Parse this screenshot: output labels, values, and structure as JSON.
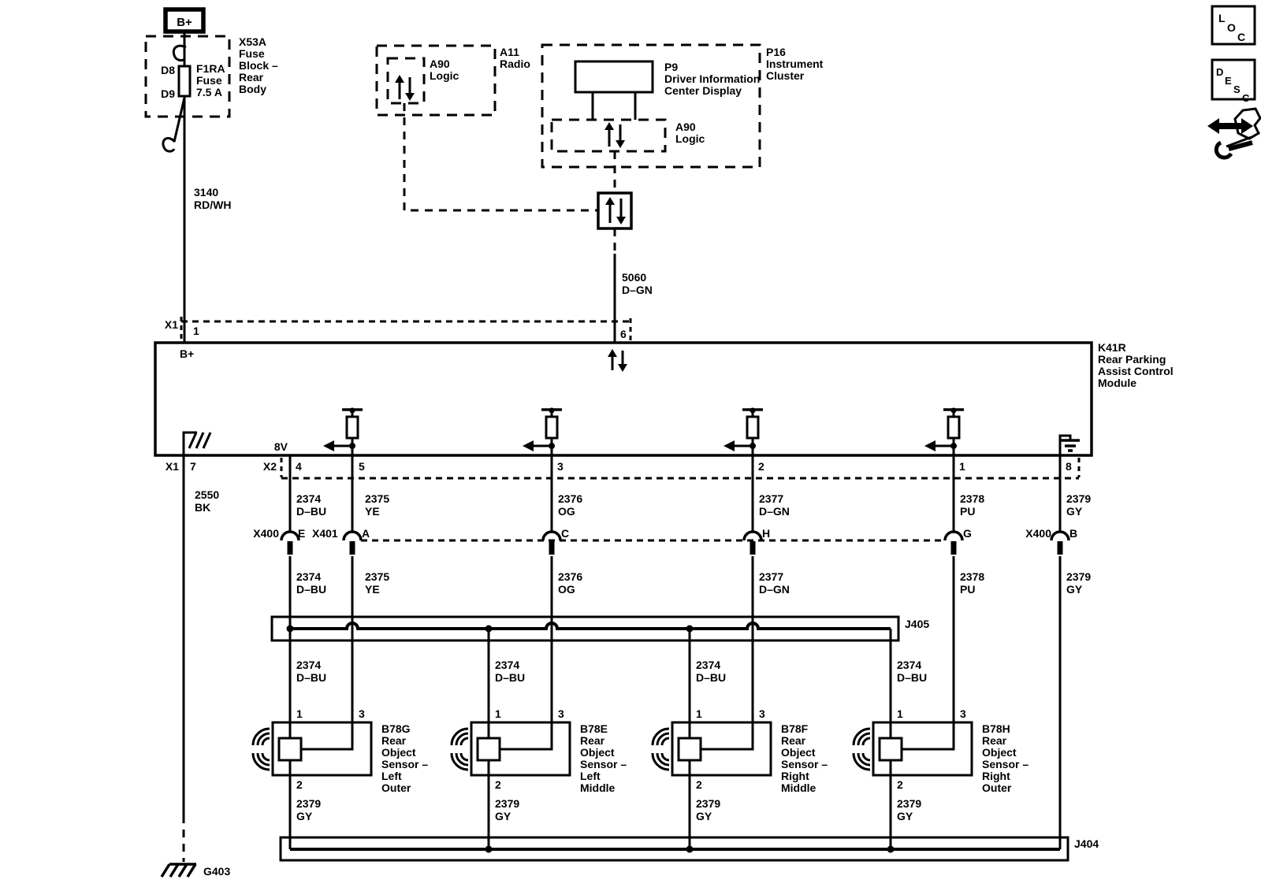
{
  "toolbar": {
    "loc_letters": [
      "L",
      "O",
      "C"
    ],
    "desc_letters": [
      "D",
      "E",
      "S",
      "C"
    ]
  },
  "power": {
    "battery_label": "B+",
    "fuse_block": {
      "designator": "X53A",
      "name_lines": [
        "Fuse",
        "Block –",
        "Rear",
        "Body"
      ],
      "terminal_top": "D8",
      "terminal_bottom": "D9",
      "fuse_lines": [
        "F1RA",
        "Fuse",
        "7.5 A"
      ]
    }
  },
  "radio": {
    "designator": "A11",
    "name": "Radio",
    "logic_designator": "A90",
    "logic_name": "Logic"
  },
  "cluster": {
    "designator": "P16",
    "name_lines": [
      "Instrument",
      "Cluster"
    ],
    "display_designator": "P9",
    "display_name_lines": [
      "Driver Information",
      "Center Display"
    ],
    "logic_designator": "A90",
    "logic_name": "Logic"
  },
  "module": {
    "designator": "K41R",
    "name_lines": [
      "Rear Parking",
      "Assist Control",
      "Module"
    ],
    "b_plus_label": "B+",
    "supply_label": "8V",
    "x1_label": "X1",
    "x2_label": "X2",
    "x1_top_pins": {
      "pin1": "1",
      "pin6": "6"
    },
    "x1_bottom_pin": "7",
    "x2_pins": [
      "4",
      "5",
      "3",
      "2",
      "1",
      "8"
    ]
  },
  "wires": {
    "w3140": {
      "circuit": "3140",
      "color": "RD/WH"
    },
    "w5060": {
      "circuit": "5060",
      "color": "D–GN"
    },
    "w2550": {
      "circuit": "2550",
      "color": "BK"
    },
    "w2374": {
      "circuit": "2374",
      "color": "D–BU"
    },
    "w2375": {
      "circuit": "2375",
      "color": "YE"
    },
    "w2376": {
      "circuit": "2376",
      "color": "OG"
    },
    "w2377": {
      "circuit": "2377",
      "color": "D–GN"
    },
    "w2378": {
      "circuit": "2378",
      "color": "PU"
    },
    "w2379": {
      "circuit": "2379",
      "color": "GY"
    }
  },
  "inline_connectors": {
    "x400_label": "X400",
    "x401_label": "X401",
    "pins": [
      "E",
      "A",
      "C",
      "H",
      "G",
      "B"
    ]
  },
  "splices": {
    "j405": "J405",
    "j404": "J404"
  },
  "grounds": {
    "g403": "G403"
  },
  "sensors": {
    "pin_labels": {
      "p1": "1",
      "p3": "3",
      "p2": "2"
    },
    "items": [
      {
        "designator": "B78G",
        "name_lines": [
          "Rear",
          "Object",
          "Sensor –",
          "Left",
          "Outer"
        ]
      },
      {
        "designator": "B78E",
        "name_lines": [
          "Rear",
          "Object",
          "Sensor –",
          "Left",
          "Middle"
        ]
      },
      {
        "designator": "B78F",
        "name_lines": [
          "Rear",
          "Object",
          "Sensor –",
          "Right",
          "Middle"
        ]
      },
      {
        "designator": "B78H",
        "name_lines": [
          "Rear",
          "Object",
          "Sensor –",
          "Right",
          "Outer"
        ]
      }
    ]
  },
  "colors": {
    "ink": "#000000",
    "background": "#ffffff"
  }
}
